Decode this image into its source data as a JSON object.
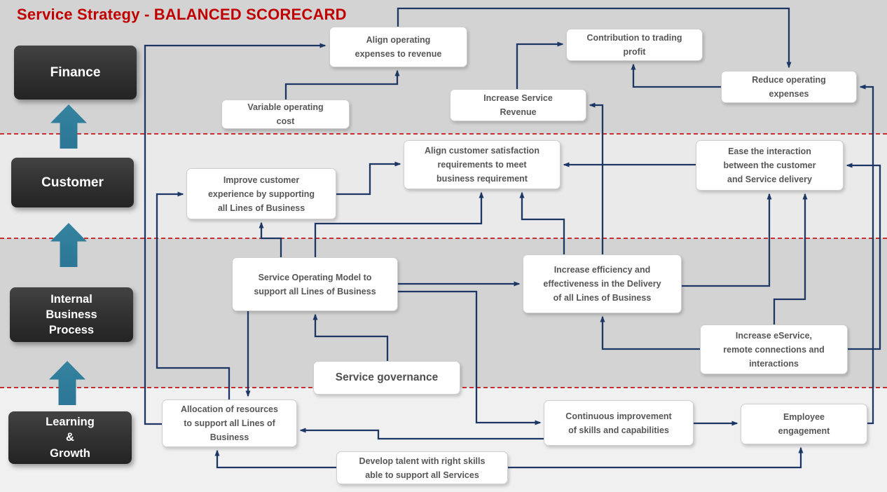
{
  "title": "Service Strategy - BALANCED SCORECARD",
  "colors": {
    "title_red": "#c00000",
    "connector_navy": "#1c3764",
    "divider_red": "#c53030",
    "perspective_arrow_teal": "#34839f",
    "band_dark": "#d3d3d3",
    "band_light": "#eaeaea",
    "node_text": "#575757"
  },
  "perspectives": [
    {
      "label": "Finance"
    },
    {
      "label": "Customer"
    },
    {
      "label": "Internal\nBusiness\nProcess"
    },
    {
      "label": "Learning\n&\nGrowth"
    }
  ],
  "nodes": {
    "align_expenses": {
      "label": "Align operating\nexpenses to revenue"
    },
    "contribution": {
      "label": "Contribution to trading\nprofit"
    },
    "reduce_expenses": {
      "label": "Reduce operating\nexpenses"
    },
    "variable_cost": {
      "label": "Variable operating\ncost"
    },
    "increase_revenue": {
      "label": "Increase Service\nRevenue"
    },
    "align_satisfaction": {
      "label": "Align customer satisfaction\nrequirements to meet\nbusiness requirement"
    },
    "ease_interaction": {
      "label": "Ease the interaction\nbetween the customer\nand Service delivery"
    },
    "improve_customer": {
      "label": "Improve customer\nexperience by supporting\nall Lines of Business"
    },
    "som": {
      "label": "Service Operating Model to\nsupport all Lines of Business"
    },
    "increase_efficiency": {
      "label": "Increase efficiency and\neffectiveness in the Delivery\nof all Lines of Business"
    },
    "eservice": {
      "label": "Increase eService,\nremote connections and\ninteractions"
    },
    "governance": {
      "label": "Service governance"
    },
    "allocation": {
      "label": "Allocation of resources\nto support all Lines of\nBusiness"
    },
    "continuous": {
      "label": "Continuous improvement\nof skills and capabilities"
    },
    "employee": {
      "label": "Employee\nengagement"
    },
    "develop_talent": {
      "label": "Develop talent with right skills\nable to support all Services"
    }
  },
  "edges": [
    {
      "from": "allocation",
      "to": "align_expenses"
    },
    {
      "from": "align_expenses",
      "to": "reduce_expenses"
    },
    {
      "from": "allocation",
      "to": "improve_customer"
    },
    {
      "from": "som",
      "to": "allocation"
    },
    {
      "from": "governance",
      "to": "som"
    },
    {
      "from": "improve_customer",
      "to": "align_satisfaction"
    },
    {
      "from": "som",
      "to": "align_satisfaction"
    },
    {
      "from": "increase_efficiency",
      "to": "align_satisfaction"
    },
    {
      "from": "som",
      "to": "increase_efficiency"
    },
    {
      "from": "som",
      "to": "continuous"
    },
    {
      "from": "continuous",
      "to": "allocation"
    },
    {
      "from": "develop_talent",
      "to": "allocation"
    },
    {
      "from": "develop_talent",
      "to": "employee"
    },
    {
      "from": "continuous",
      "to": "employee"
    },
    {
      "from": "employee",
      "to": "reduce_expenses"
    },
    {
      "from": "eservice",
      "to": "ease_interaction",
      "route": "right-side"
    },
    {
      "from": "reduce_expenses",
      "to": "contribution"
    },
    {
      "from": "ease_interaction",
      "to": "align_satisfaction"
    },
    {
      "from": "increase_efficiency",
      "to": "ease_interaction"
    },
    {
      "from": "eservice",
      "to": "ease_interaction",
      "route": "bottom"
    },
    {
      "from": "eservice",
      "to": "increase_efficiency"
    },
    {
      "from": "variable_cost",
      "to": "align_expenses"
    },
    {
      "from": "increase_revenue",
      "to": "contribution"
    },
    {
      "from": "increase_efficiency",
      "to": "increase_revenue"
    },
    {
      "from": "som",
      "to": "improve_customer"
    }
  ]
}
